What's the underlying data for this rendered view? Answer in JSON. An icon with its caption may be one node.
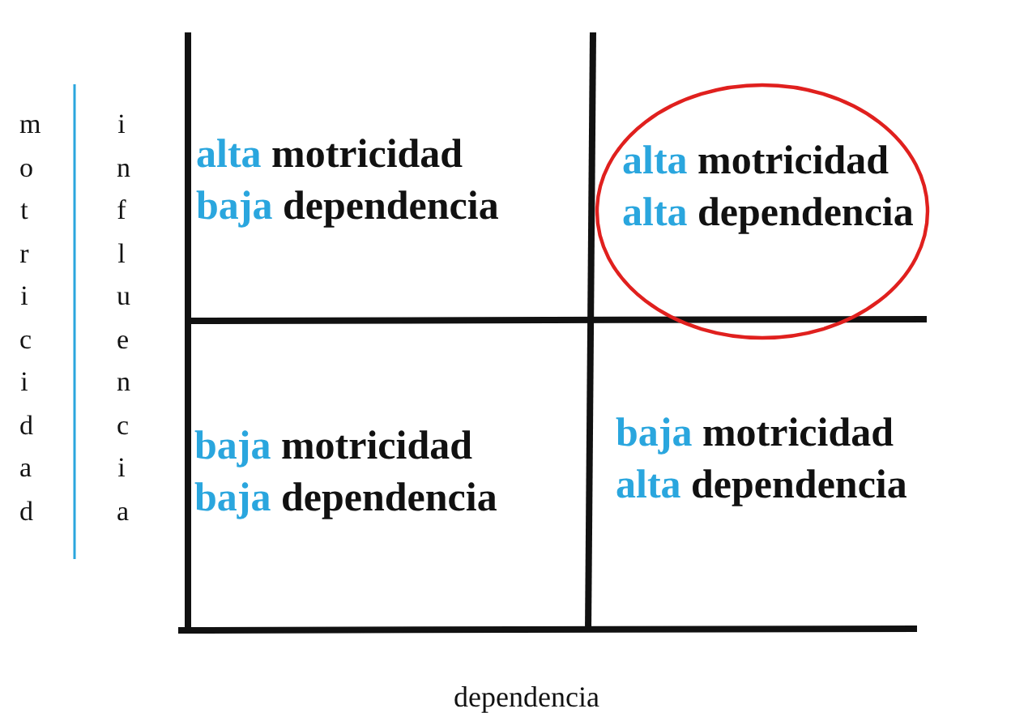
{
  "diagram": {
    "nodes": [
      {
        "text": [
          "alta motricidad",
          "baja dependencia"
        ]
      },
      {
        "text": [],
        "shape": "circle"
      },
      {
        "text": [
          "alta motricidad",
          "alta dependencia"
        ],
        "in": 1
      },
      {
        "text": [
          "baja motricidad",
          "baja dependencia"
        ]
      },
      {
        "text": [
          "baja motricidad",
          "alta dependencia"
        ]
      }
    ],
    "edges": [],
    "labels": [
      "motricidad",
      "influencia",
      "dependencia"
    ]
  }
}
